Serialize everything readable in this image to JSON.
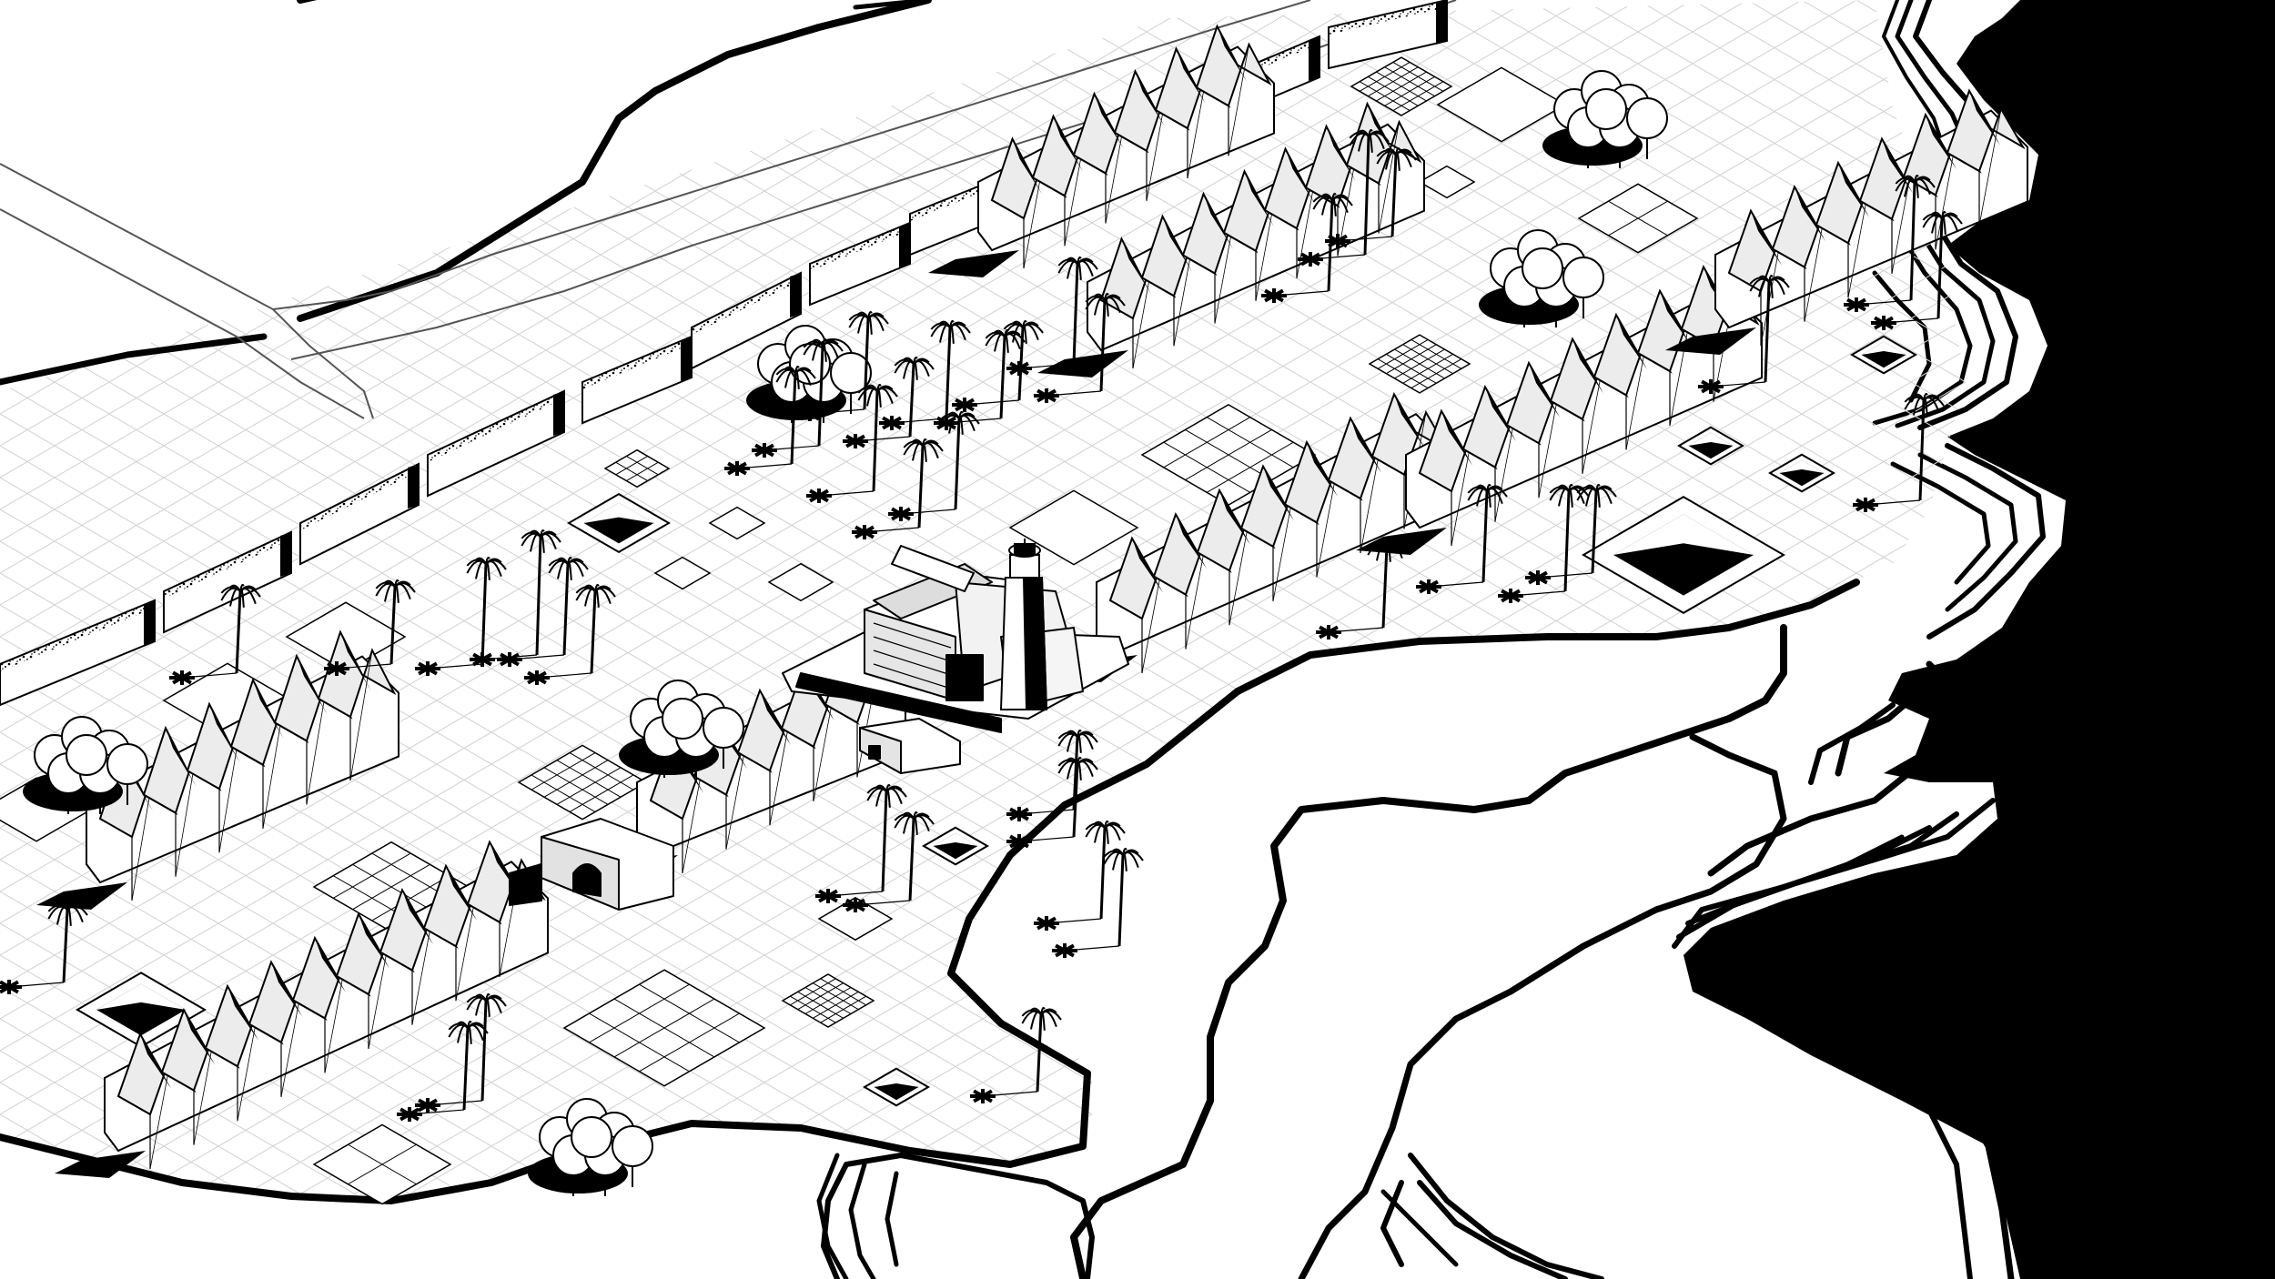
{
  "diagram": {
    "kind": "isometric site drawing",
    "colors": {
      "ink": "#000000",
      "paper": "#ffffff",
      "roof_fill": "#ececec",
      "ground_fill": "#f7f7f7"
    },
    "elements": [
      {
        "name": "sea",
        "kind": "water"
      },
      {
        "name": "cliff-terraces",
        "kind": "contour"
      },
      {
        "name": "road",
        "kind": "road"
      },
      {
        "name": "hedge-rows",
        "kind": "hedge"
      },
      {
        "name": "lighthouse",
        "kind": "tower"
      },
      {
        "name": "main-building",
        "kind": "building"
      },
      {
        "name": "gatehouse",
        "kind": "building"
      },
      {
        "name": "greenhouse-rows",
        "kind": "sawtooth-roof"
      },
      {
        "name": "palm-trees",
        "kind": "tree"
      },
      {
        "name": "tree-clusters",
        "kind": "tree"
      },
      {
        "name": "garden-grids",
        "kind": "plot"
      },
      {
        "name": "sunken-pools",
        "kind": "pool"
      }
    ]
  }
}
